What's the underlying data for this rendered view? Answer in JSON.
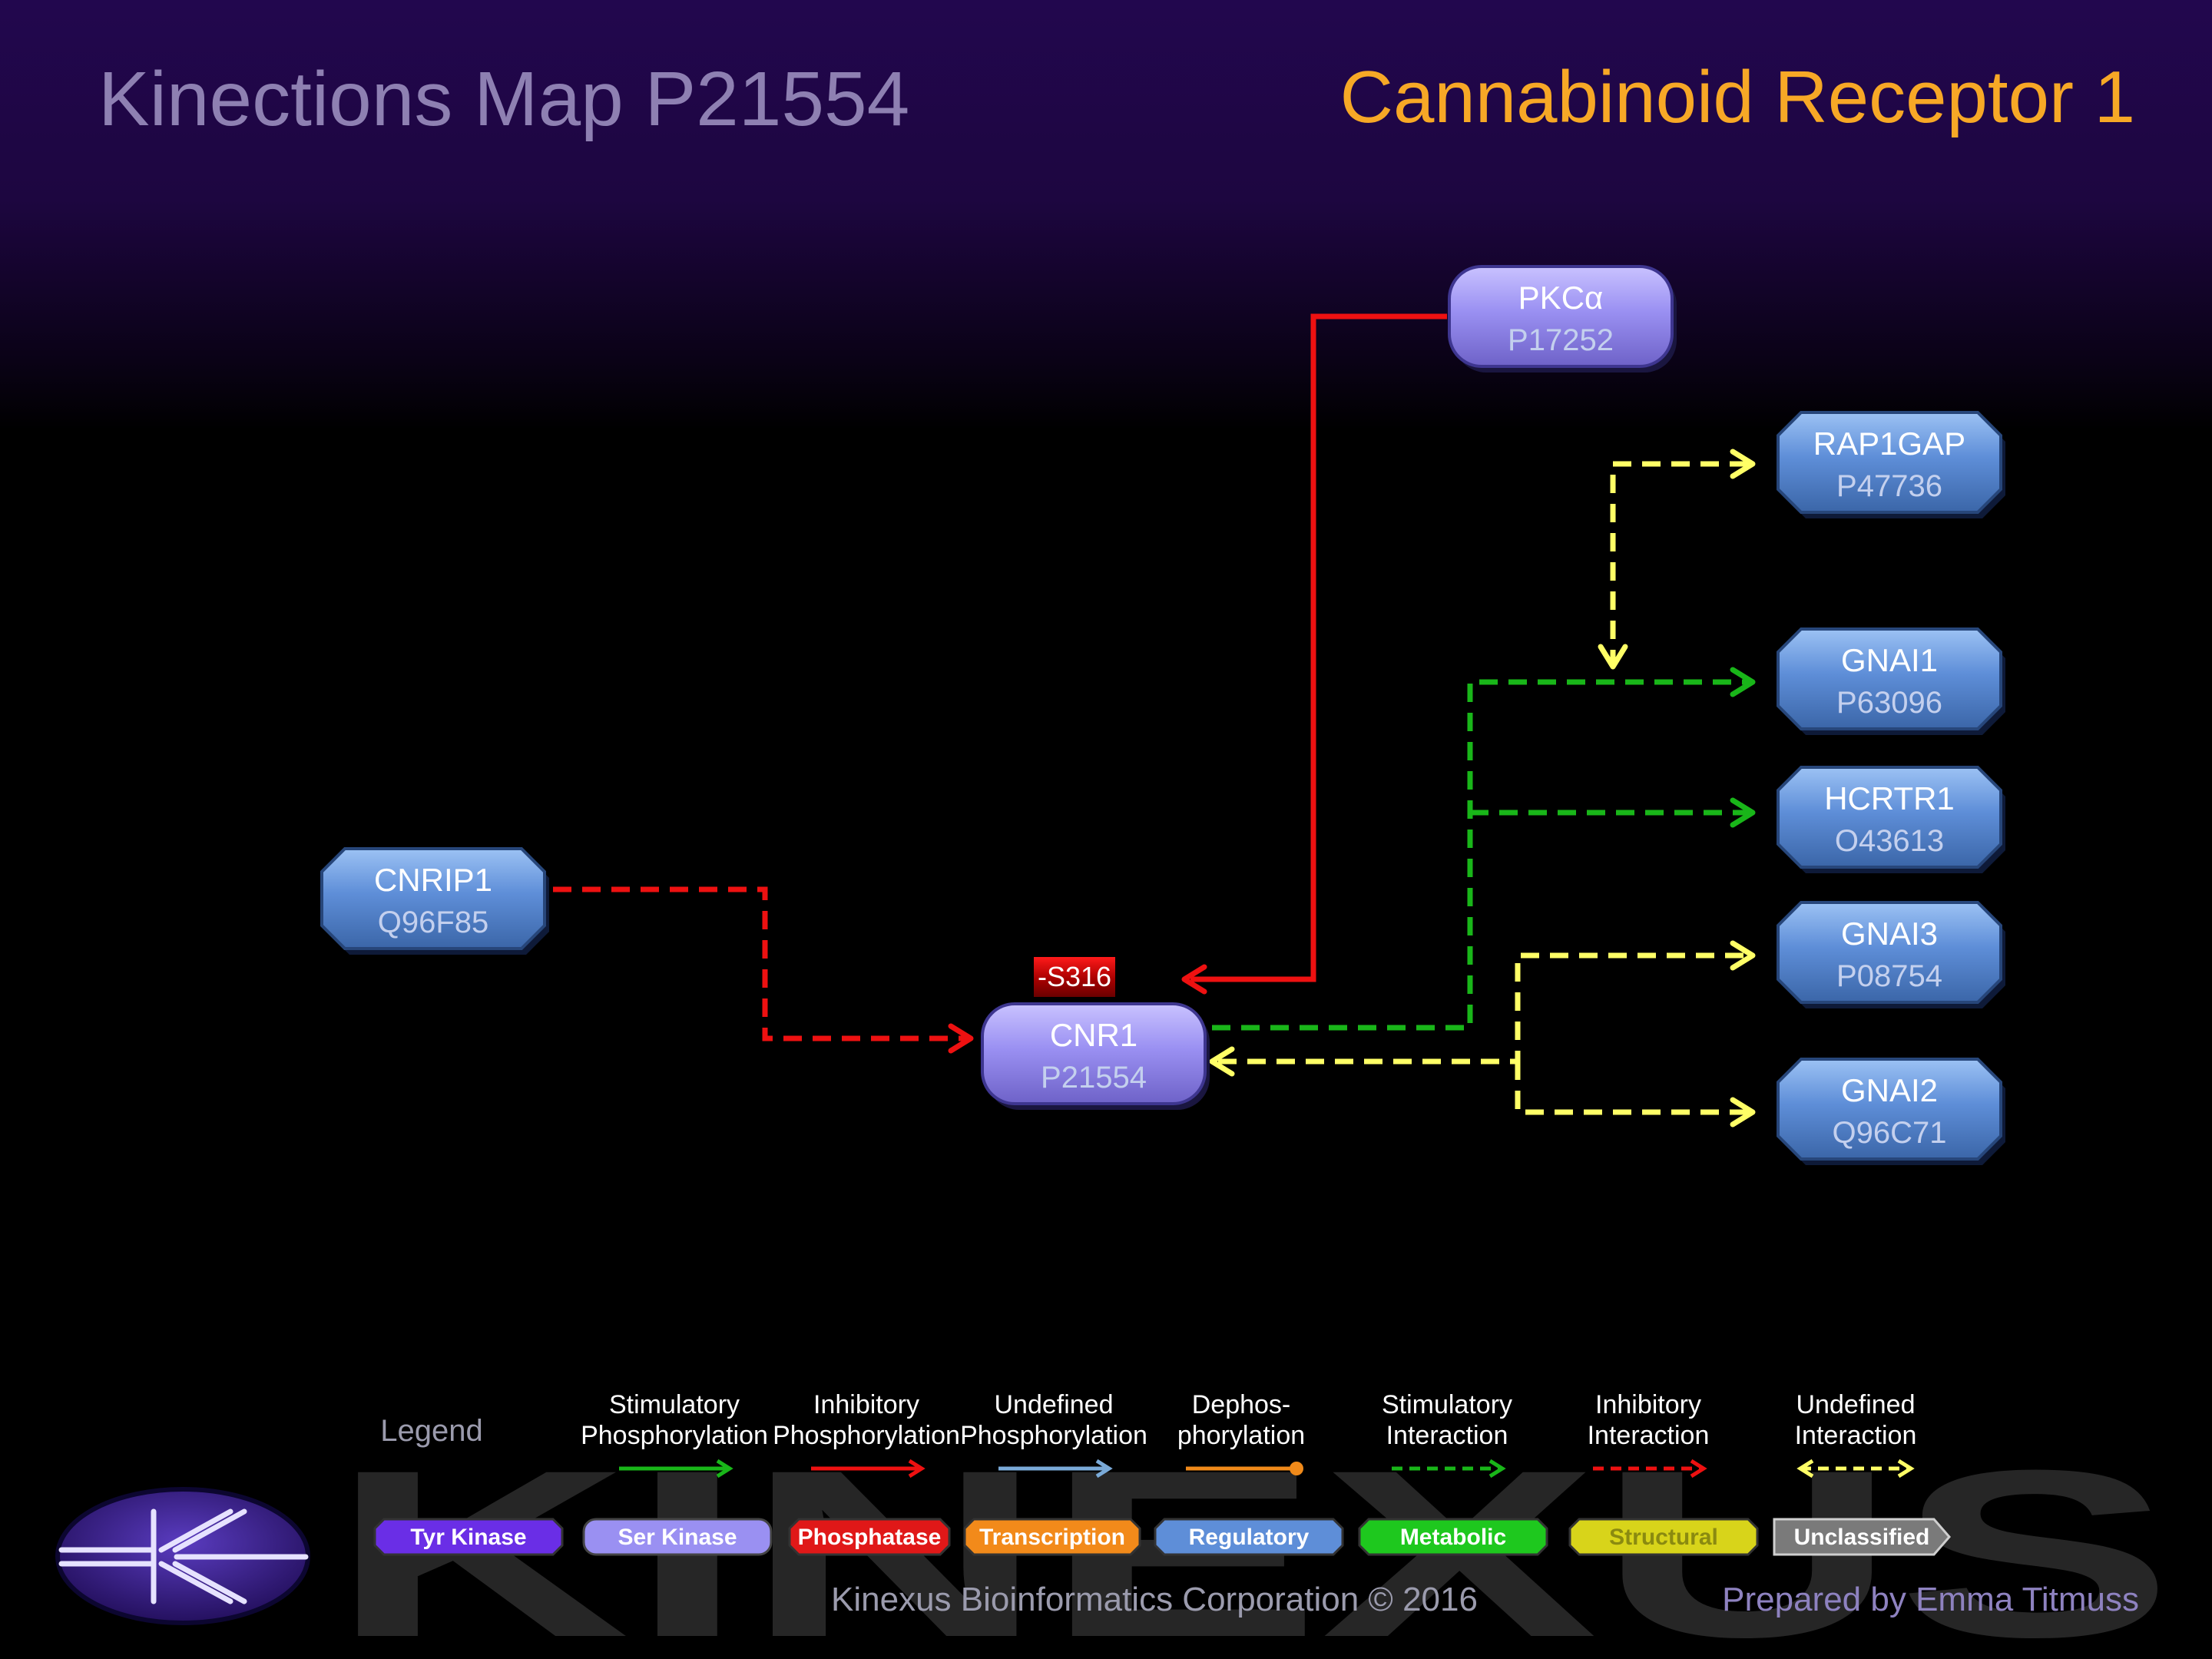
{
  "header": {
    "map_title": "Kinections Map P21554",
    "protein_title": "Cannabinoid Receptor 1"
  },
  "nodes": [
    {
      "id": "pkca",
      "name": "PKCα",
      "accession": "P17252",
      "shape": "pill",
      "category": "Ser Kinase"
    },
    {
      "id": "rap1gap",
      "name": "RAP1GAP",
      "accession": "P47736",
      "shape": "octagon",
      "category": "Regulatory"
    },
    {
      "id": "gnai1",
      "name": "GNAI1",
      "accession": "P63096",
      "shape": "octagon",
      "category": "Regulatory"
    },
    {
      "id": "hcrtr1",
      "name": "HCRTR1",
      "accession": "O43613",
      "shape": "octagon",
      "category": "Regulatory"
    },
    {
      "id": "gnai3",
      "name": "GNAI3",
      "accession": "P08754",
      "shape": "octagon",
      "category": "Regulatory"
    },
    {
      "id": "gnai2",
      "name": "GNAI2",
      "accession": "Q96C71",
      "shape": "octagon",
      "category": "Regulatory"
    },
    {
      "id": "cnrip1",
      "name": "CNRIP1",
      "accession": "Q96F85",
      "shape": "octagon",
      "category": "Regulatory"
    },
    {
      "id": "cnr1",
      "name": "CNR1",
      "accession": "P21554",
      "shape": "pill",
      "category": "Ser Kinase"
    }
  ],
  "edges": [
    {
      "from": "pkca",
      "to": "cnr1",
      "type": "Inhibitory Phosphorylation",
      "color": "#ee1111",
      "dashed": false,
      "site": "-S316"
    },
    {
      "from": "cnrip1",
      "to": "cnr1",
      "type": "Inhibitory Interaction",
      "color": "#ee1111",
      "dashed": true
    },
    {
      "from": "cnr1",
      "to": "gnai1",
      "type": "Stimulatory Interaction",
      "color": "#19b619",
      "dashed": true
    },
    {
      "from": "cnr1",
      "to": "hcrtr1",
      "type": "Stimulatory Interaction",
      "color": "#19b619",
      "dashed": true
    },
    {
      "from": "rap1gap",
      "to": "gnai1",
      "type": "Undefined Interaction",
      "color": "#ffff66",
      "dashed": true
    },
    {
      "from": "cnr1",
      "to": "gnai3",
      "type": "Undefined Interaction",
      "color": "#ffff66",
      "dashed": true
    },
    {
      "from": "cnr1",
      "to": "gnai2",
      "type": "Undefined Interaction",
      "color": "#ffff66",
      "dashed": true
    }
  ],
  "site_label": "-S316",
  "legend": {
    "title": "Legend",
    "links": [
      {
        "line1": "Stimulatory",
        "line2": "Phosphorylation",
        "color": "#19b619",
        "style": "solid-arrow"
      },
      {
        "line1": "Inhibitory",
        "line2": "Phosphorylation",
        "color": "#ee1111",
        "style": "solid-arrow"
      },
      {
        "line1": "Undefined",
        "line2": "Phosphorylation",
        "color": "#7aaad8",
        "style": "solid-arrow"
      },
      {
        "line1": "Dephos-",
        "line2": "phorylation",
        "color": "#f08a1a",
        "style": "solid-dot"
      },
      {
        "line1": "Stimulatory",
        "line2": "Interaction",
        "color": "#19b619",
        "style": "dashed-arrow"
      },
      {
        "line1": "Inhibitory",
        "line2": "Interaction",
        "color": "#ee1111",
        "style": "dashed-arrow"
      },
      {
        "line1": "Undefined",
        "line2": "Interaction",
        "color": "#ffff66",
        "style": "dashed-double"
      }
    ],
    "categories": [
      {
        "label": "Tyr Kinase",
        "color": "#6a2ee6",
        "text_color": "#ffffff"
      },
      {
        "label": "Ser Kinase",
        "color": "#9a90f2",
        "text_color": "#ffffff"
      },
      {
        "label": "Phosphatase",
        "color": "#e01818",
        "text_color": "#ffffff"
      },
      {
        "label": "Transcription",
        "color": "#f28a1a",
        "text_color": "#ffffff"
      },
      {
        "label": "Regulatory",
        "color": "#5e8ed8",
        "text_color": "#ffffff"
      },
      {
        "label": "Metabolic",
        "color": "#1ec81e",
        "text_color": "#ffffff"
      },
      {
        "label": "Structural",
        "color": "#d8d41a",
        "text_color": "#8a8a10"
      },
      {
        "label": "Unclassified",
        "color": "#7a7a7a",
        "text_color": "#ffffff"
      }
    ]
  },
  "watermark": "KINEXUS",
  "footer": {
    "copyright": "Kinexus Bioinformatics Corporation © 2016",
    "prepared_by": "Prepared by Emma Titmuss"
  },
  "colors": {
    "ser_kinase": "#9a90f2",
    "regulatory": "#5e8ed8",
    "title_accent": "#f7a826",
    "header_bg": "#22074e"
  }
}
